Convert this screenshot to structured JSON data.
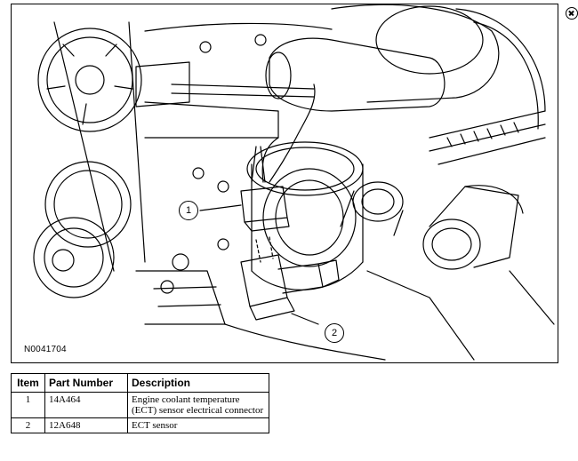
{
  "figure": {
    "id_label": "N0041704",
    "callouts": [
      "1",
      "2"
    ]
  },
  "table": {
    "headers": {
      "item": "Item",
      "part_number": "Part Number",
      "description": "Description"
    },
    "rows": [
      {
        "item": "1",
        "part_number": "14A464",
        "description": "Engine coolant temperature (ECT) sensor electrical connector"
      },
      {
        "item": "2",
        "part_number": "12A648",
        "description": "ECT sensor"
      }
    ]
  },
  "icons": {
    "zoom": "zoom-close-icon"
  }
}
